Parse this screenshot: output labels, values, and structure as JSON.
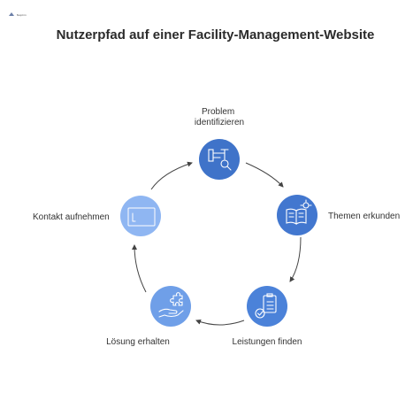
{
  "logo": {
    "text": "Napkin"
  },
  "title": "Nutzerpfad auf einer Facility-Management-Website",
  "steps": [
    {
      "lines": [
        "Problem",
        "identifizieren"
      ],
      "icon": "pipe-magnifier-icon",
      "color": "#3f73c9"
    },
    {
      "lines": [
        "Themen erkunden"
      ],
      "icon": "book-lightbulb-icon",
      "color": "#4277cf"
    },
    {
      "lines": [
        "Leistungen finden"
      ],
      "icon": "clipboard-check-icon",
      "color": "#4b82d9"
    },
    {
      "lines": [
        "Lösung erhalten"
      ],
      "icon": "hand-puzzle-icon",
      "color": "#6f9fe8"
    },
    {
      "lines": [
        "Kontakt aufnehmen"
      ],
      "icon": "browser-window-icon",
      "color": "#8fb6f2"
    }
  ]
}
